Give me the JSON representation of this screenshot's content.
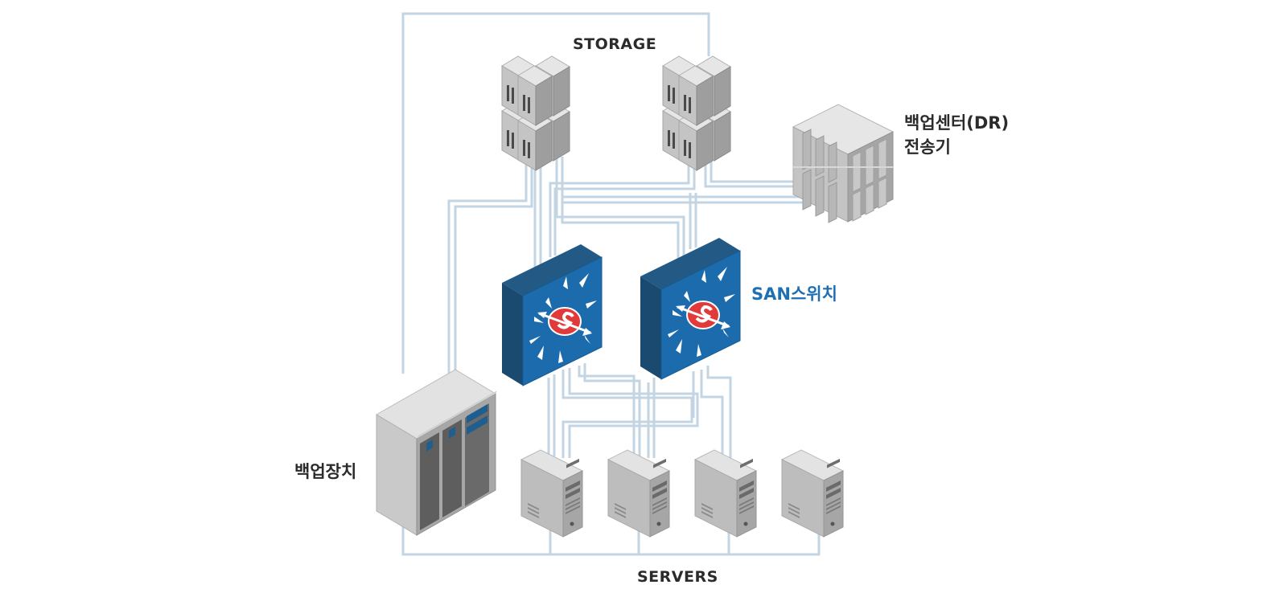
{
  "labels": {
    "storage": "STORAGE",
    "servers": "SERVERS",
    "backup_device": "백업장치",
    "dr_line1": "백업센터(DR)",
    "dr_line2": "전송기",
    "san_switch": "SAN스위치"
  },
  "colors": {
    "cable": "#c3d5e2",
    "switch_face": "#1c6cad",
    "switch_dark": "#1a4a70",
    "switch_logo": "#e03a3a",
    "device_light": "#d6d6d6",
    "device_mid": "#b3b3b3",
    "device_dark": "#8c8c8c",
    "san_label": "#1f6fb5"
  },
  "icons": [
    "storage-array-icon",
    "san-switch-icon",
    "server-tower-icon",
    "backup-device-icon",
    "dr-transmitter-icon"
  ]
}
